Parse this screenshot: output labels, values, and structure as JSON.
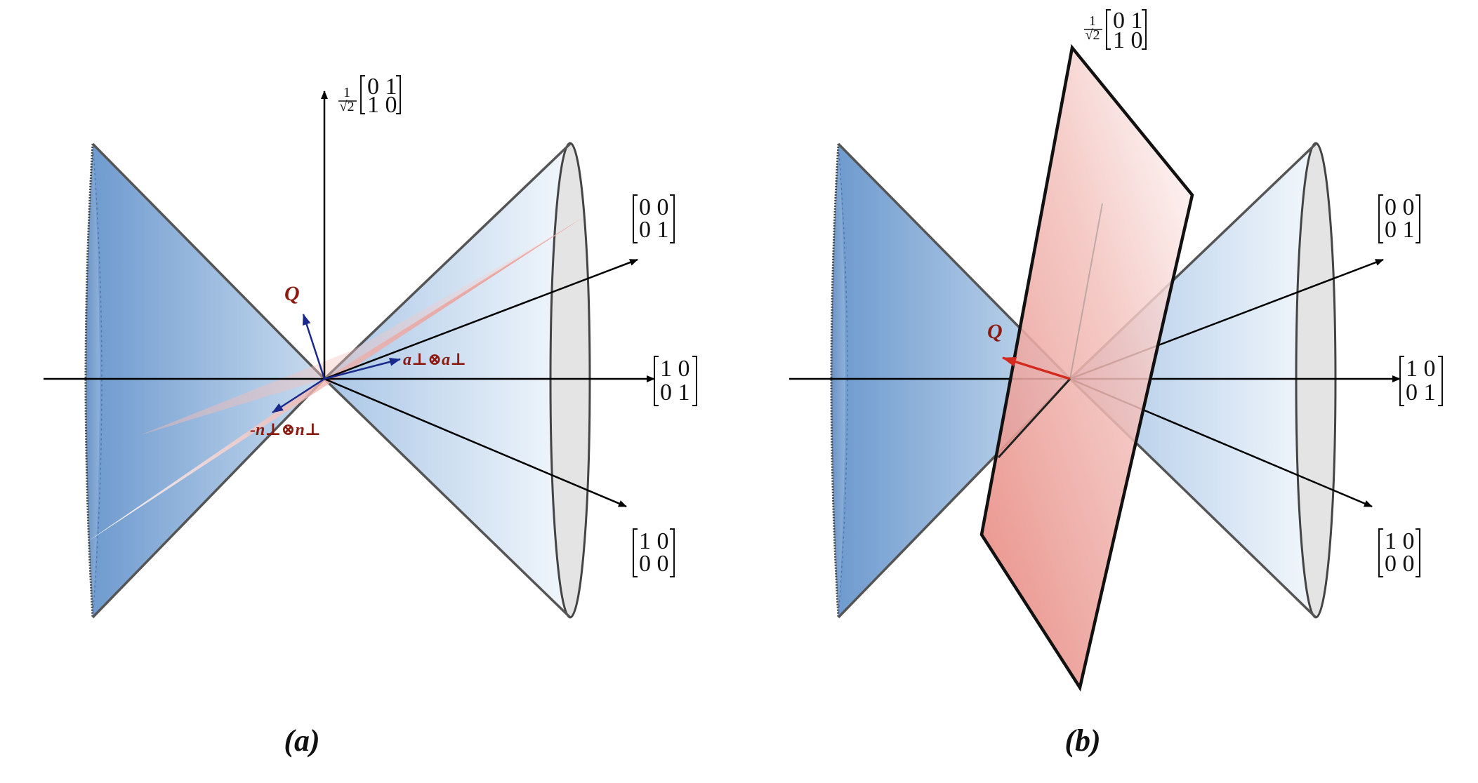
{
  "panels": [
    {
      "caption": "(a)",
      "matrix_top": {
        "prefix": "1/√2",
        "row1": "0 1",
        "row2": "1 0"
      },
      "matrix_upper_right": {
        "row1": "0 0",
        "row2": "0 1"
      },
      "matrix_right": {
        "row1": "1 0",
        "row2": "0 1"
      },
      "matrix_lower_right": {
        "row1": "1 0",
        "row2": "0 0"
      },
      "vector_q": "Q",
      "vector_a": "a⊥⊗a⊥",
      "vector_n": "-n⊥⊗n⊥"
    },
    {
      "caption": "(b)",
      "matrix_top": {
        "prefix": "1/√2",
        "row1": "0 1",
        "row2": "1 0"
      },
      "matrix_upper_right": {
        "row1": "0 0",
        "row2": "0 1"
      },
      "matrix_right": {
        "row1": "1 0",
        "row2": "0 1"
      },
      "matrix_lower_right": {
        "row1": "1 0",
        "row2": "0 0"
      },
      "vector_q": "Q"
    }
  ],
  "colors": {
    "cone_blue": "#7ea7d6",
    "plane_red": "#e8837a",
    "vector_blue": "#1a2a8c",
    "vector_red": "#d42a1e",
    "label_red": "#8b1a10"
  }
}
